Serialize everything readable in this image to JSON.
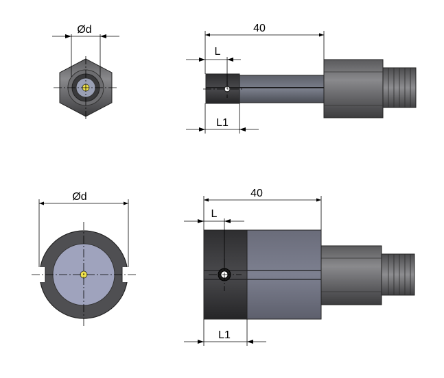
{
  "drawing": {
    "small": {
      "front_diameter_label": "Ød",
      "length_label": "40",
      "l_label": "L",
      "l1_label": "L1"
    },
    "large": {
      "front_diameter_label": "Ød",
      "length_label": "40",
      "l_label": "L",
      "l1_label": "L1"
    }
  }
}
